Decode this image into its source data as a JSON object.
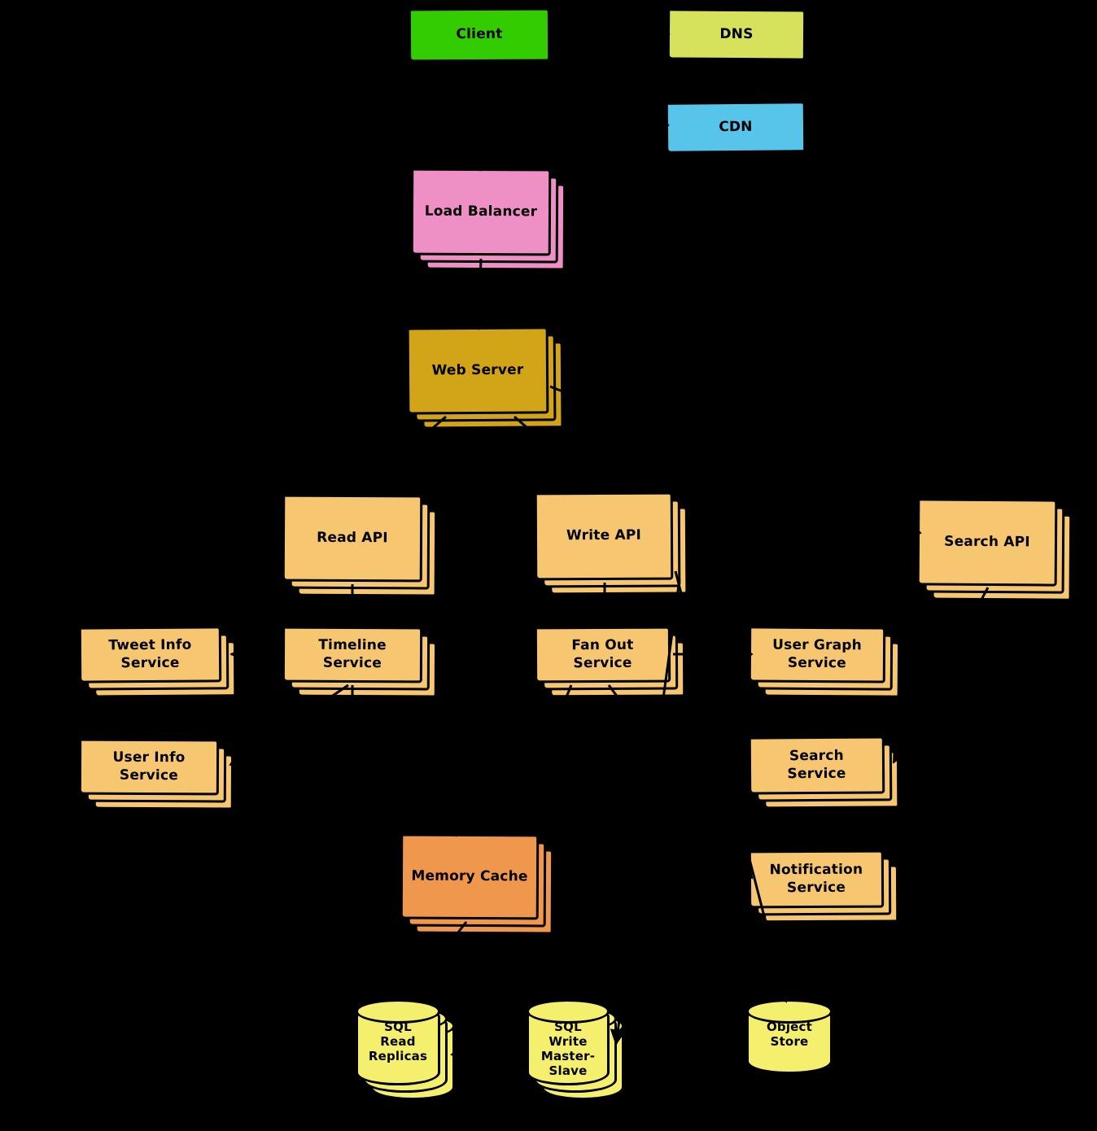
{
  "colors": {
    "background": "#000000",
    "stroke": "#000000",
    "text": "#000000",
    "client": "#33cc00",
    "dns": "#d6e25c",
    "cdn": "#57c5ea",
    "load_balancer": "#ee90c5",
    "web_server": "#d2a518",
    "api": "#f6c671",
    "cache": "#f0974e",
    "database": "#f5ef6e"
  },
  "nodes": {
    "client": {
      "label": "Client"
    },
    "dns": {
      "label": "DNS"
    },
    "cdn": {
      "label": "CDN"
    },
    "load_balancer": {
      "label": "Load Balancer"
    },
    "web_server": {
      "label": "Web Server"
    },
    "read_api": {
      "label": "Read API"
    },
    "write_api": {
      "label": "Write API"
    },
    "search_api": {
      "label": "Search API"
    },
    "tweet_info_service": {
      "label": "Tweet Info\nService"
    },
    "timeline_service": {
      "label": "Timeline\nService"
    },
    "fan_out_service": {
      "label": "Fan Out\nService"
    },
    "user_graph_service": {
      "label": "User Graph\nService"
    },
    "user_info_service": {
      "label": "User Info\nService"
    },
    "search_service": {
      "label": "Search\nService"
    },
    "memory_cache": {
      "label": "Memory Cache"
    },
    "notification_service": {
      "label": "Notification\nService"
    },
    "sql_read_replicas": {
      "label": "SQL\nRead\nReplicas"
    },
    "sql_write_master_slave": {
      "label": "SQL\nWrite\nMaster-\nSlave"
    },
    "object_store": {
      "label": "Object\nStore"
    }
  },
  "edges": [
    {
      "from": "client",
      "to": "dns"
    },
    {
      "from": "client",
      "to": "cdn"
    },
    {
      "from": "client",
      "to": "load_balancer"
    },
    {
      "from": "load_balancer",
      "to": "web_server"
    },
    {
      "from": "web_server",
      "to": "read_api"
    },
    {
      "from": "web_server",
      "to": "write_api"
    },
    {
      "from": "web_server",
      "to": "search_api"
    },
    {
      "from": "read_api",
      "to": "timeline_service"
    },
    {
      "from": "timeline_service",
      "to": "tweet_info_service"
    },
    {
      "from": "timeline_service",
      "to": "user_info_service"
    },
    {
      "from": "timeline_service",
      "to": "memory_cache"
    },
    {
      "from": "write_api",
      "to": "fan_out_service"
    },
    {
      "from": "fan_out_service",
      "to": "user_graph_service"
    },
    {
      "from": "fan_out_service",
      "to": "memory_cache"
    },
    {
      "from": "fan_out_service",
      "to": "notification_service"
    },
    {
      "from": "search_api",
      "to": "search_service"
    },
    {
      "from": "write_api",
      "to": "sql_write_master_slave"
    },
    {
      "from": "sql_write_master_slave",
      "to": "sql_read_replicas"
    },
    {
      "from": "memory_cache",
      "to": "sql_read_replicas"
    },
    {
      "from": "write_api",
      "to": "object_store"
    }
  ]
}
